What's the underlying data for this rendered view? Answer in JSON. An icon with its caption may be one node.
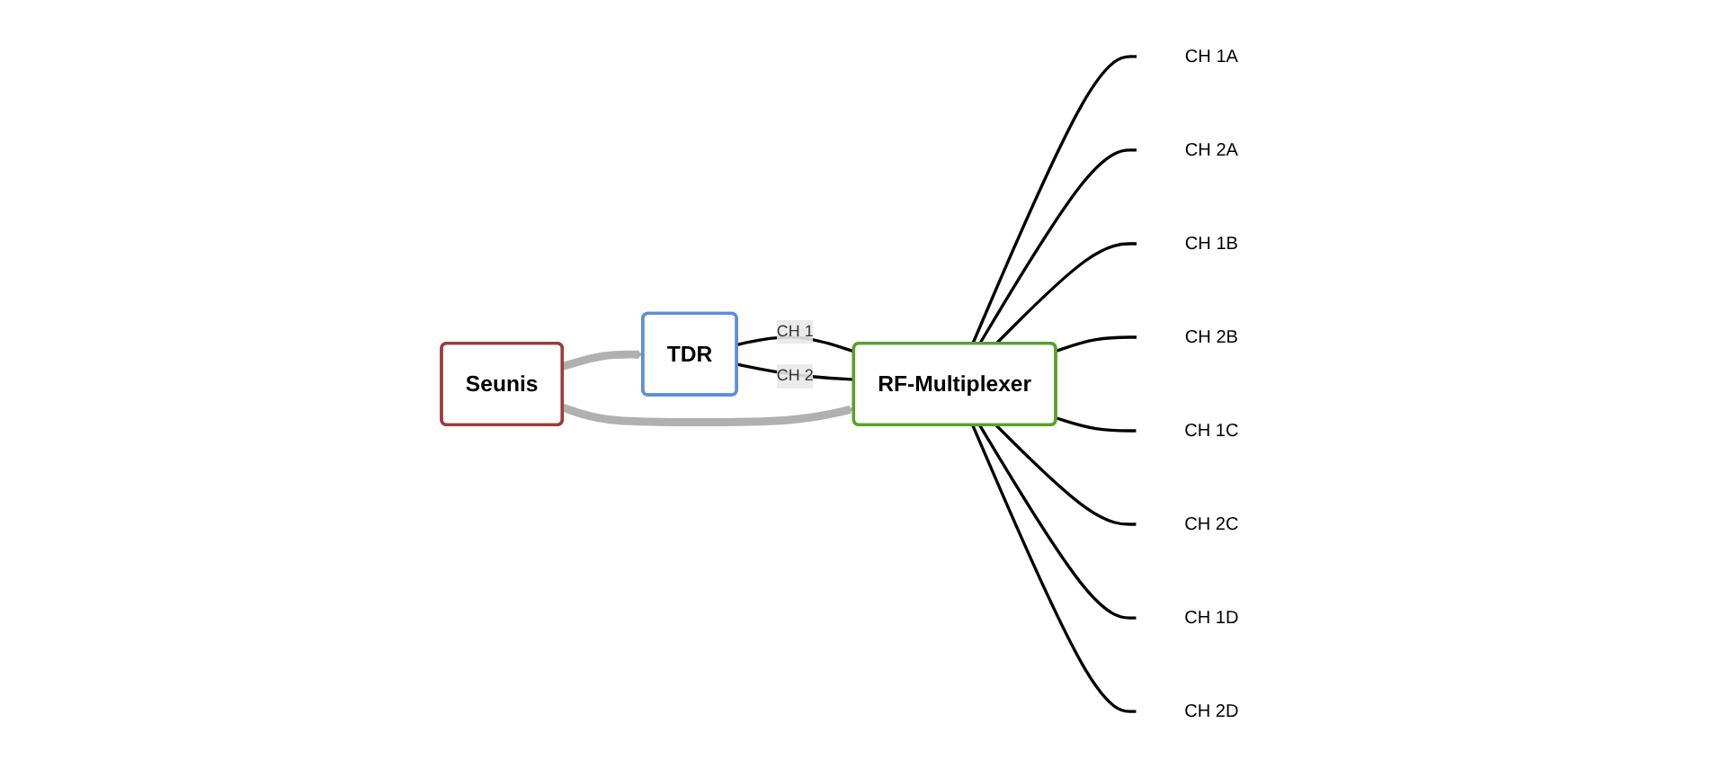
{
  "diagram": {
    "nodes": [
      {
        "text": [
          "TDR"
        ]
      },
      {
        "text": [
          "Seunis"
        ]
      },
      {
        "text": [
          "RF-Multiplexer"
        ]
      },
      {
        "text": [
          "CH 1A"
        ]
      },
      {
        "text": [
          "CH 2A"
        ]
      },
      {
        "text": [
          "CH 1B"
        ]
      },
      {
        "text": [
          "CH 2B"
        ]
      },
      {
        "text": [
          "CH 1C"
        ]
      },
      {
        "text": [
          "CH 2C"
        ]
      },
      {
        "text": [
          "CH 1D"
        ]
      },
      {
        "text": [
          "CH 2D"
        ]
      }
    ],
    "edges": [
      {
        "from": 0,
        "to": 2,
        "arrow": "none",
        "label": "CH 1"
      },
      {
        "from": 0,
        "to": 2,
        "arrow": "none",
        "label": "CH 2"
      },
      {
        "from": 1,
        "to": 0,
        "arrow": "to",
        "style": "thick",
        "color": "#b0b0b0"
      },
      {
        "from": 1,
        "to": 2,
        "arrow": "to",
        "style": "thick",
        "color": "#b0b0b0"
      },
      {
        "from": 2,
        "to": 3,
        "arrow": "none"
      },
      {
        "from": 2,
        "to": 4,
        "arrow": "none"
      },
      {
        "from": 2,
        "to": 5,
        "arrow": "none"
      },
      {
        "from": 2,
        "to": 6,
        "arrow": "none"
      },
      {
        "from": 2,
        "to": 7,
        "arrow": "none"
      },
      {
        "from": 2,
        "to": 8,
        "arrow": "none"
      },
      {
        "from": 2,
        "to": 9,
        "arrow": "none"
      },
      {
        "from": 2,
        "to": 10,
        "arrow": "none"
      }
    ]
  }
}
